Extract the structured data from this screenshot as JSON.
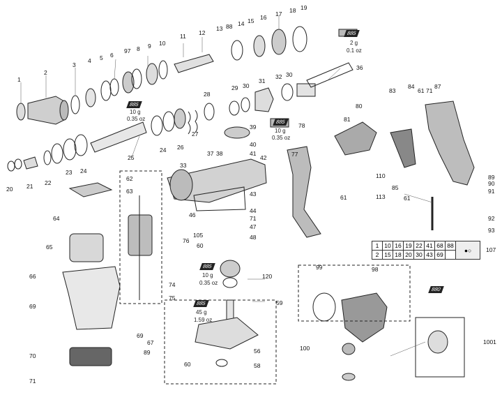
{
  "part_numbers": [
    "1",
    "2",
    "3",
    "4",
    "5",
    "6",
    "97",
    "8",
    "9",
    "10",
    "11",
    "12",
    "13",
    "88",
    "14",
    "15",
    "16",
    "17",
    "18",
    "19",
    "20",
    "21",
    "22",
    "23",
    "24",
    "25",
    "24",
    "26",
    "27",
    "28",
    "29",
    "30",
    "31",
    "32",
    "30",
    "36",
    "39",
    "40",
    "37",
    "38",
    "41",
    "33",
    "42",
    "43",
    "44",
    "46",
    "71",
    "47",
    "48",
    "105",
    "60",
    "76",
    "74",
    "75",
    "120",
    "59",
    "62",
    "63",
    "64",
    "65",
    "66",
    "69",
    "69",
    "67",
    "89",
    "70",
    "71",
    "56",
    "60",
    "58",
    "78",
    "77",
    "80",
    "81",
    "83",
    "84",
    "61",
    "71",
    "87",
    "110",
    "113",
    "61",
    "85",
    "61",
    "89",
    "90",
    "91",
    "92",
    "93",
    "107",
    "99",
    "98",
    "100",
    "880",
    "1001"
  ],
  "grease_tags": {
    "t1": {
      "code": "885",
      "amount": "2 g",
      "weight": "0.1 oz"
    },
    "t2": {
      "code": "885",
      "amount": "10 g",
      "weight": "0.35 oz"
    },
    "t3": {
      "code": "885",
      "amount": "10 g",
      "weight": "0.35 oz"
    },
    "t4": {
      "code": "885",
      "amount": "10 g",
      "weight": "0.35 oz"
    },
    "t5": {
      "code": "885",
      "amount": "45 g",
      "weight": "1.59 oz"
    },
    "t6": {
      "code": "880"
    }
  },
  "table_107": {
    "row1": [
      "1",
      "10",
      "16",
      "19",
      "22",
      "41",
      "68",
      "88"
    ],
    "row2": [
      "2",
      "15",
      "18",
      "20",
      "30",
      "43",
      "69"
    ]
  }
}
